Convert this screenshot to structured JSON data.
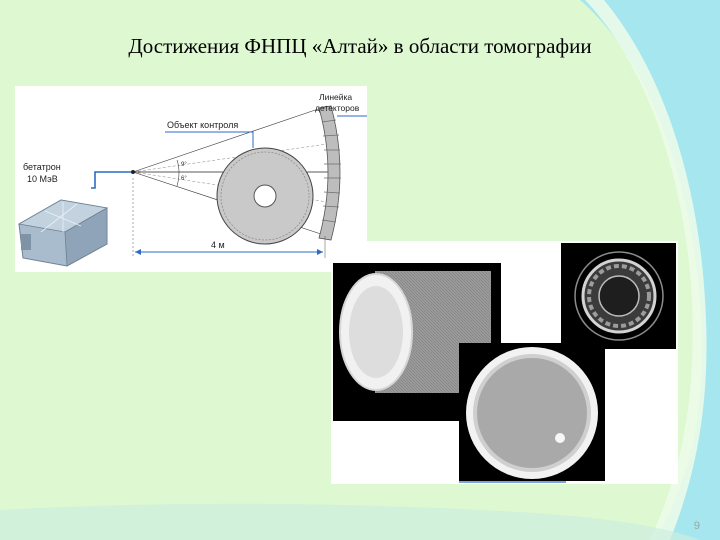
{
  "slide": {
    "title": "Достижения ФНПЦ «Алтай» в области томографии",
    "page_number": "9"
  },
  "diagram": {
    "betatron_label_line1": "бетатрон",
    "betatron_label_line2": "10 МэВ",
    "object_label": "Объект контроля",
    "detector_label_line1": "Линейка",
    "detector_label_line2": "детекторов",
    "angle_upper": "9°",
    "angle_lower": "6°",
    "distance_label": "4 м"
  },
  "colors": {
    "background_green": "#dff8d4",
    "background_cyan": "#9fe4ee",
    "callout_line_blue": "#2d6bc4"
  }
}
